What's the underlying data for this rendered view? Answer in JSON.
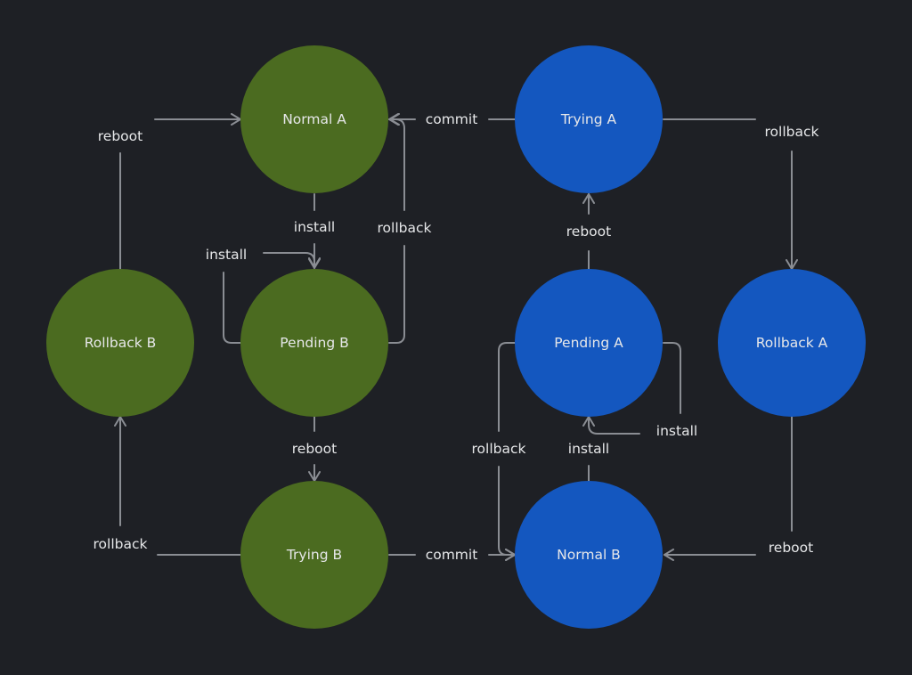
{
  "colors": {
    "background": "#1e2025",
    "green_node": "#4b6b20",
    "blue_node": "#1457bf",
    "edge": "#8a8d93",
    "text": "#e6e7e9"
  },
  "nodes": {
    "normal_a": {
      "label": "Normal A",
      "color": "green"
    },
    "pending_b": {
      "label": "Pending B",
      "color": "green"
    },
    "rollback_b": {
      "label": "Rollback B",
      "color": "green"
    },
    "trying_b": {
      "label": "Trying B",
      "color": "green"
    },
    "trying_a": {
      "label": "Trying A",
      "color": "blue"
    },
    "pending_a": {
      "label": "Pending A",
      "color": "blue"
    },
    "rollback_a": {
      "label": "Rollback A",
      "color": "blue"
    },
    "normal_b": {
      "label": "Normal B",
      "color": "blue"
    }
  },
  "edges": {
    "reboot_rollback_b_to_normal_a": {
      "from": "Rollback B",
      "to": "Normal A",
      "label": "reboot"
    },
    "commit_trying_a_to_normal_a": {
      "from": "Trying A",
      "to": "Normal A",
      "label": "commit"
    },
    "rollback_trying_a_to_rollback_a": {
      "from": "Trying A",
      "to": "Rollback A",
      "label": "rollback"
    },
    "install_normal_a_to_pending_b": {
      "from": "Normal A",
      "to": "Pending B",
      "label": "install"
    },
    "rollback_pending_b_to_normal_a": {
      "from": "Pending B",
      "to": "Normal A",
      "label": "rollback"
    },
    "install_pending_b_self": {
      "from": "Pending B",
      "to": "Pending B",
      "label": "install"
    },
    "reboot_pending_a_to_trying_a": {
      "from": "Pending A",
      "to": "Trying A",
      "label": "reboot"
    },
    "reboot_pending_b_to_trying_b": {
      "from": "Pending B",
      "to": "Trying B",
      "label": "reboot"
    },
    "rollback_pending_a_to_normal_b": {
      "from": "Pending A",
      "to": "Normal B",
      "label": "rollback"
    },
    "install_normal_b_to_pending_a": {
      "from": "Normal B",
      "to": "Pending A",
      "label": "install"
    },
    "install_pending_a_self": {
      "from": "Pending A",
      "to": "Pending A",
      "label": "install"
    },
    "rollback_trying_b_to_rollback_b": {
      "from": "Trying B",
      "to": "Rollback B",
      "label": "rollback"
    },
    "commit_trying_b_to_normal_b": {
      "from": "Trying B",
      "to": "Normal B",
      "label": "commit"
    },
    "reboot_rollback_a_to_normal_b": {
      "from": "Rollback A",
      "to": "Normal B",
      "label": "reboot"
    }
  }
}
